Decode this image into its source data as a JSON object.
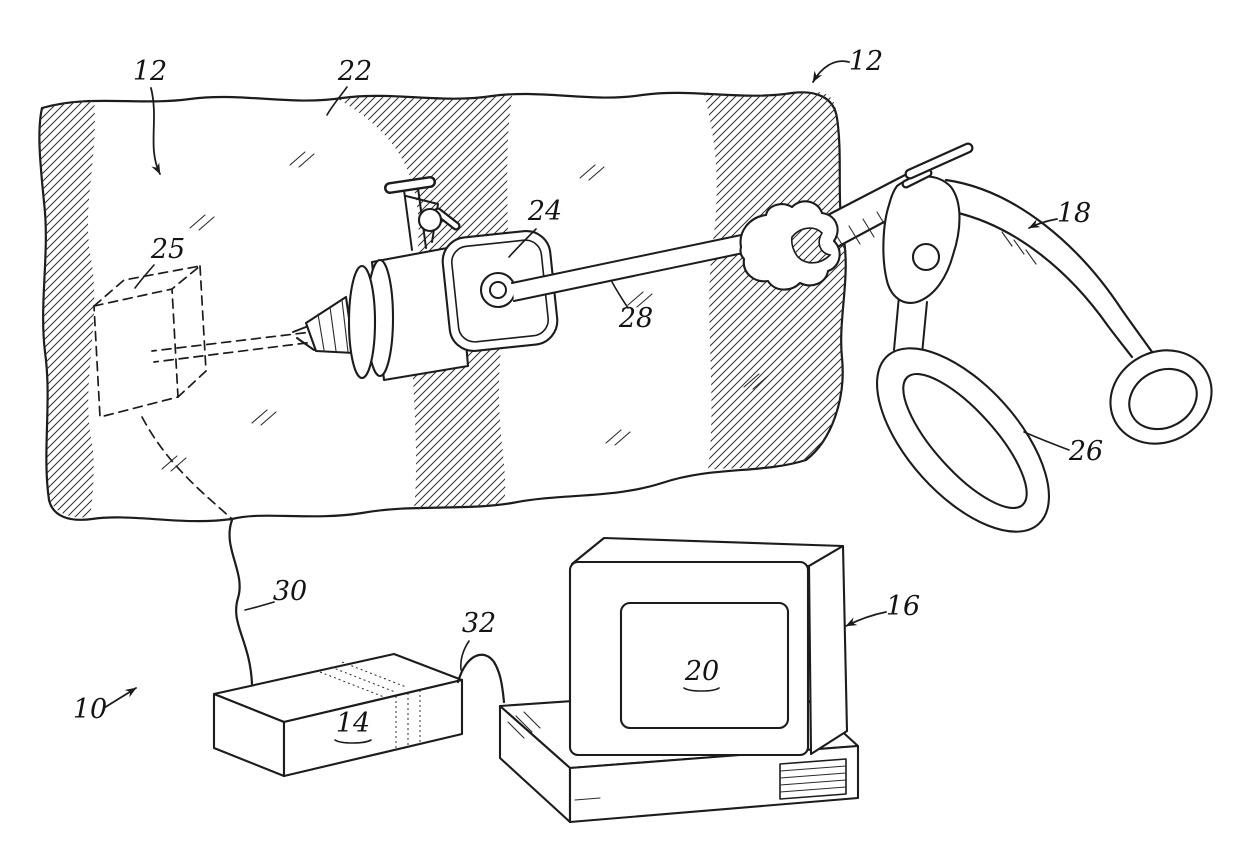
{
  "figure": {
    "labels": {
      "ref_10": "10",
      "ref_12_left": "12",
      "ref_12_right": "12",
      "ref_14": "14",
      "ref_16": "16",
      "ref_18": "18",
      "ref_20": "20",
      "ref_22": "22",
      "ref_24": "24",
      "ref_25": "25",
      "ref_26": "26",
      "ref_28": "28",
      "ref_30": "30",
      "ref_32": "32"
    }
  }
}
